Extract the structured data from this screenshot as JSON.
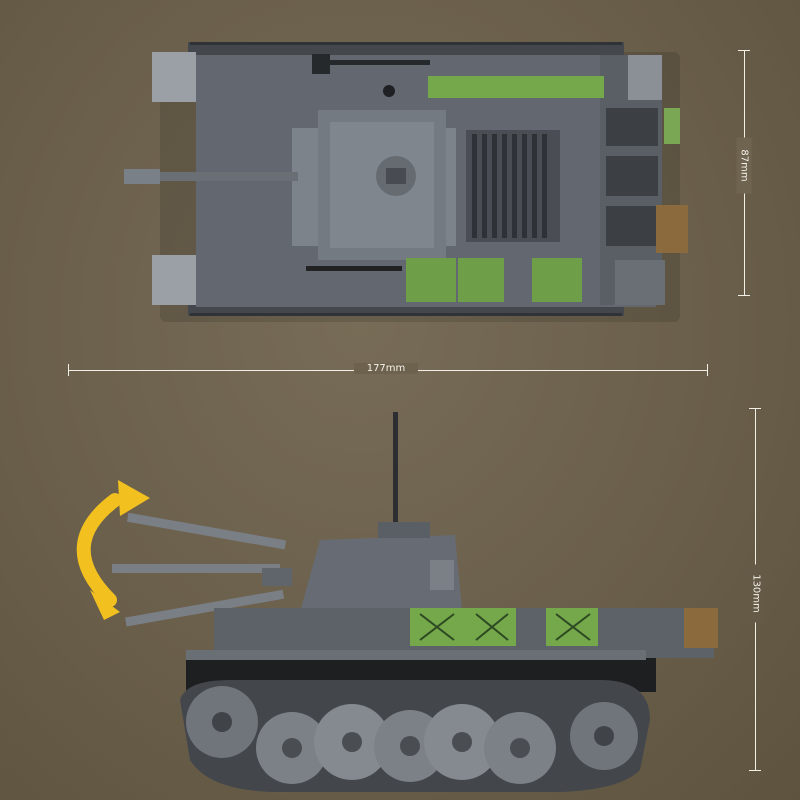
{
  "dimensions": {
    "length": "177mm",
    "width": "87mm",
    "height": "130mm"
  },
  "colors": {
    "background": "#6b604c",
    "hull_gray": "#5d6166",
    "hull_light": "#7b8086",
    "track_dark": "#3f4247",
    "crate_green": "#6f9e49",
    "strip_green": "#74a84a",
    "arrow_yellow": "#f3c11f",
    "dimension_line": "#f2efe6"
  },
  "icons": {
    "rotation_arrow": "curved-double-arrow-icon"
  }
}
